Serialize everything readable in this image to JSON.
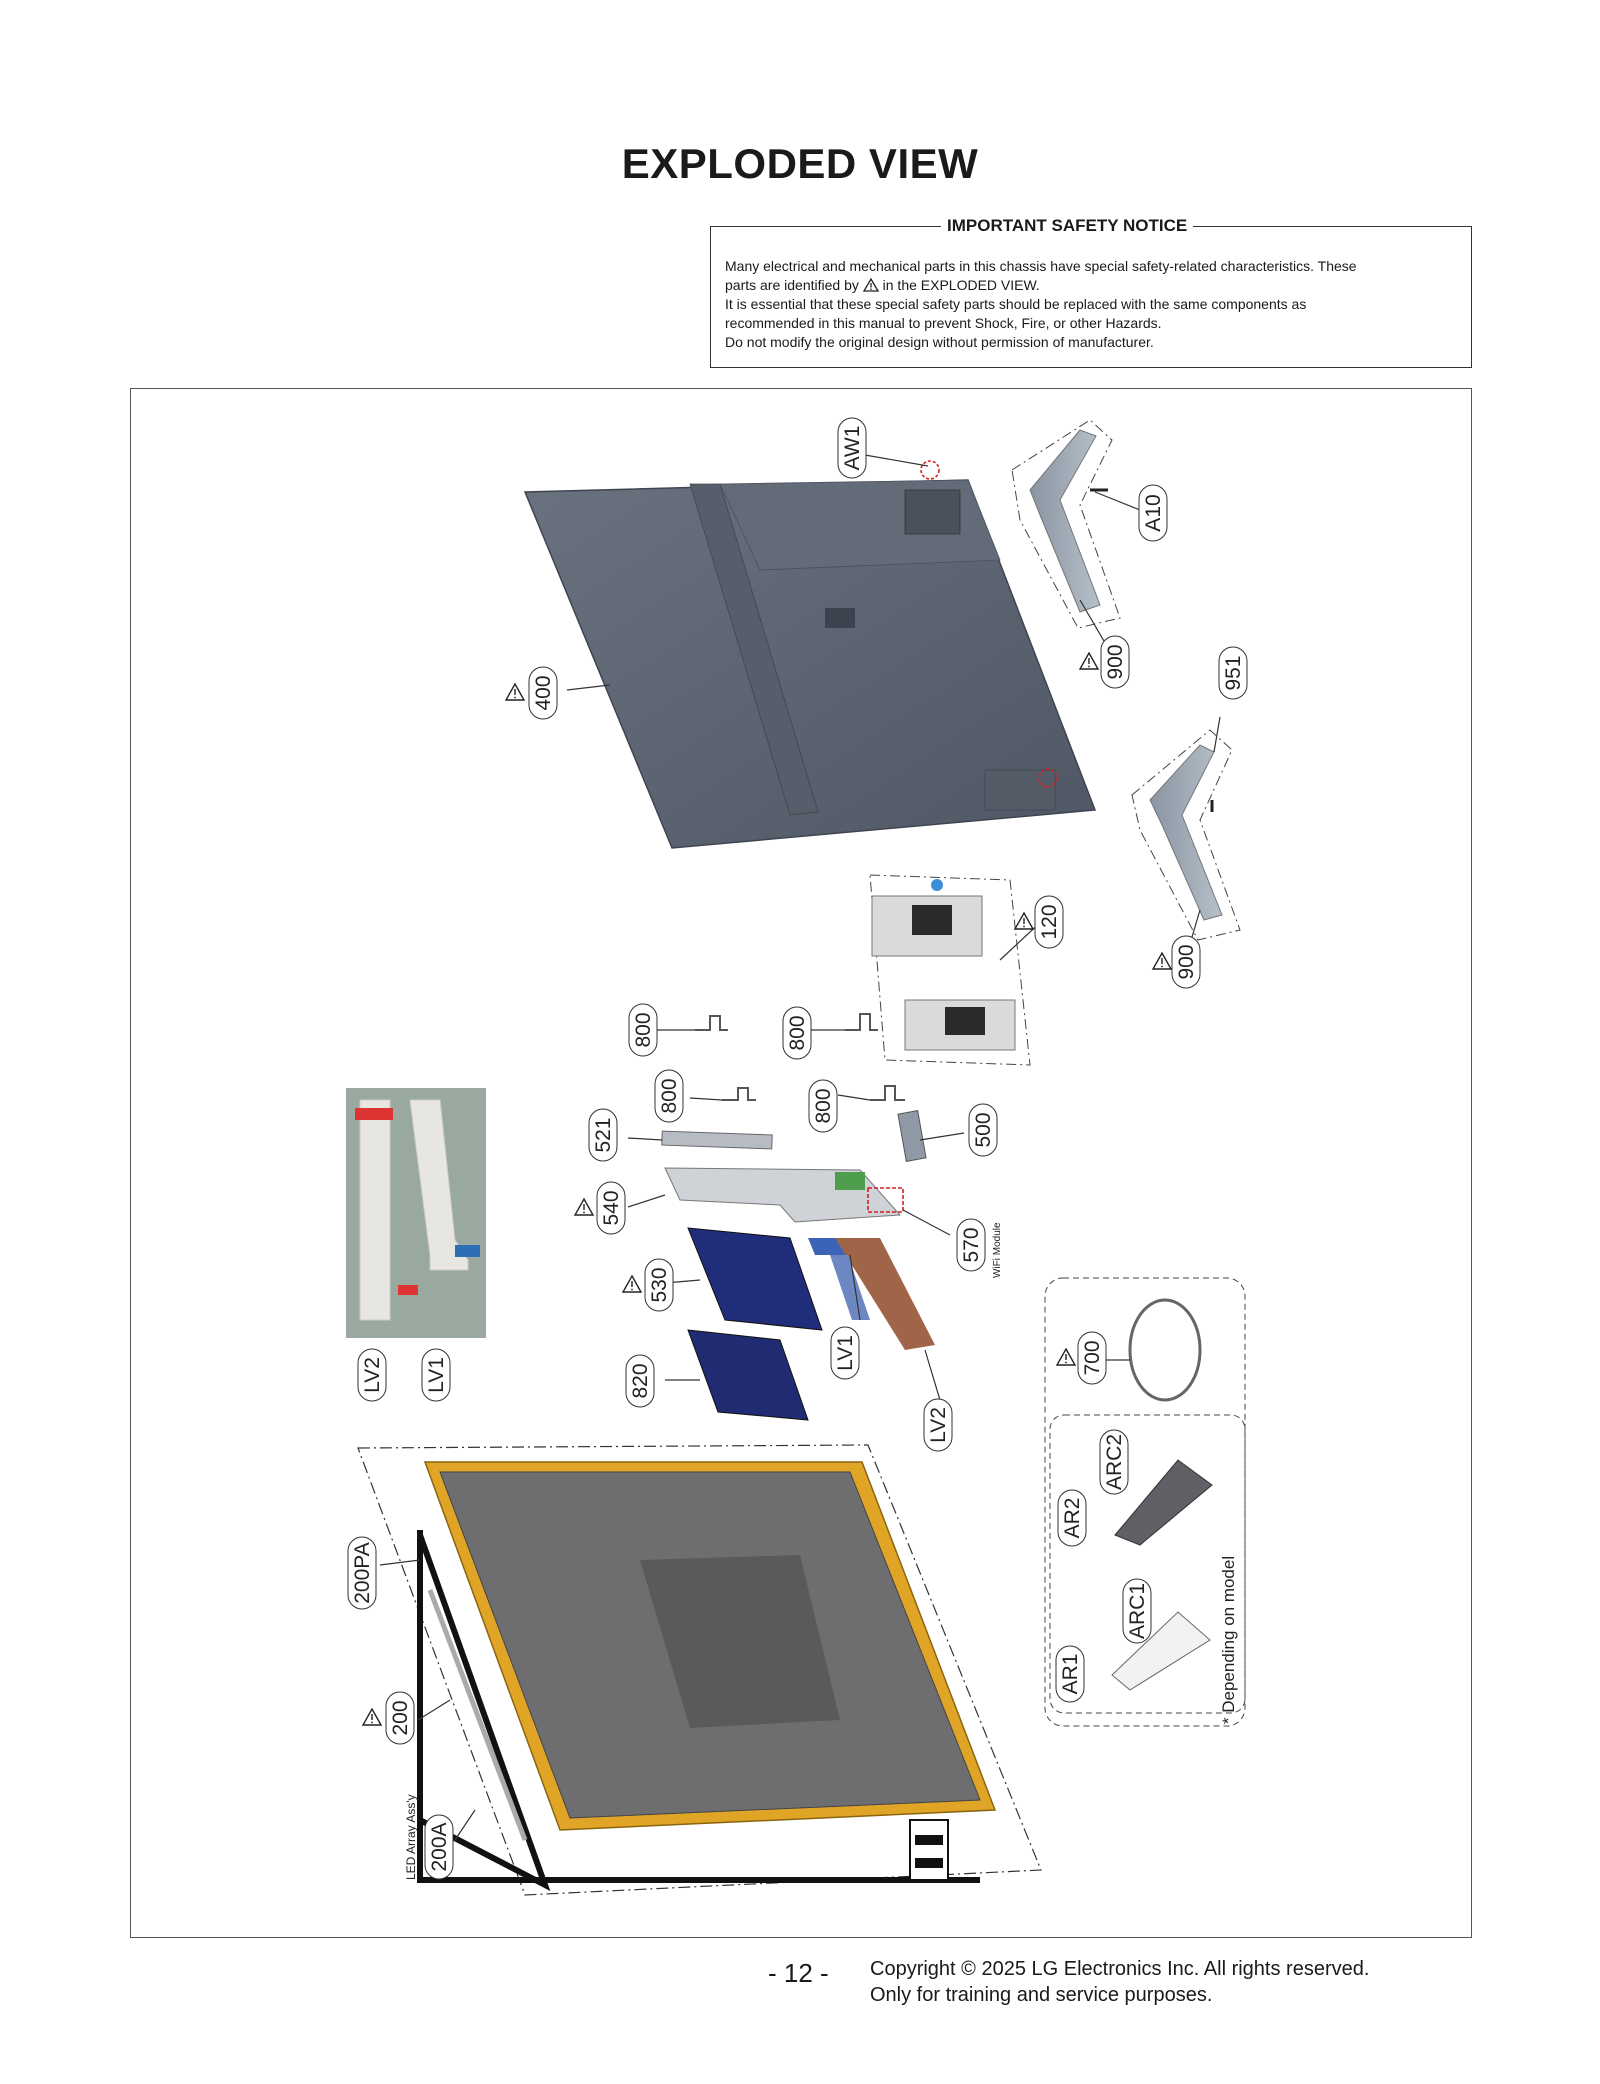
{
  "page_title": "EXPLODED VIEW",
  "safety_notice": {
    "title": "IMPORTANT SAFETY NOTICE",
    "line1": "Many electrical and mechanical parts in this chassis have special safety-related characteristics. These",
    "line2_pre": "parts are identified by",
    "line2_post": "in the EXPLODED VIEW.",
    "line3": "It is essential that these special safety parts should be replaced with the same components as",
    "line4": "recommended in this manual to prevent Shock, Fire, or other Hazards.",
    "line5": "Do not modify the original design without permission of manufacturer."
  },
  "diagram": {
    "labels": {
      "aw1": "AW1",
      "a10": "A10",
      "p400": "400",
      "p900a": "900",
      "p951": "951",
      "p900b": "900",
      "p120": "120",
      "p800a": "800",
      "p800b": "800",
      "p800c": "800",
      "p800d": "800",
      "p500": "500",
      "p521": "521",
      "p540": "540",
      "p570": "570",
      "p530": "530",
      "p820": "820",
      "lv1_cable": "LV1",
      "lv2_cable": "LV2",
      "lv2_photo": "LV2",
      "lv1_photo": "LV1",
      "p700": "700",
      "arc2": "ARC2",
      "ar2": "AR2",
      "arc1": "ARC1",
      "ar1": "AR1",
      "p200pa": "200PA",
      "p200": "200",
      "p200a": "200A"
    },
    "wifi_module_note": "WiFi Module",
    "depending_note": "* Depending on model",
    "led_array_note": "LED Array Ass'y"
  },
  "footer": {
    "page_number": "- 12 -",
    "copyright": "Copyright © 2025 LG Electronics Inc. All rights reserved.",
    "purpose": "Only for training and service purposes."
  },
  "colors": {
    "back_cover": "#5d6572",
    "panel_frame": "#e0a526",
    "panel_body": "#6e6e70",
    "board_blue": "#1f2d7a",
    "photo_bg": "#9aa9a0"
  }
}
